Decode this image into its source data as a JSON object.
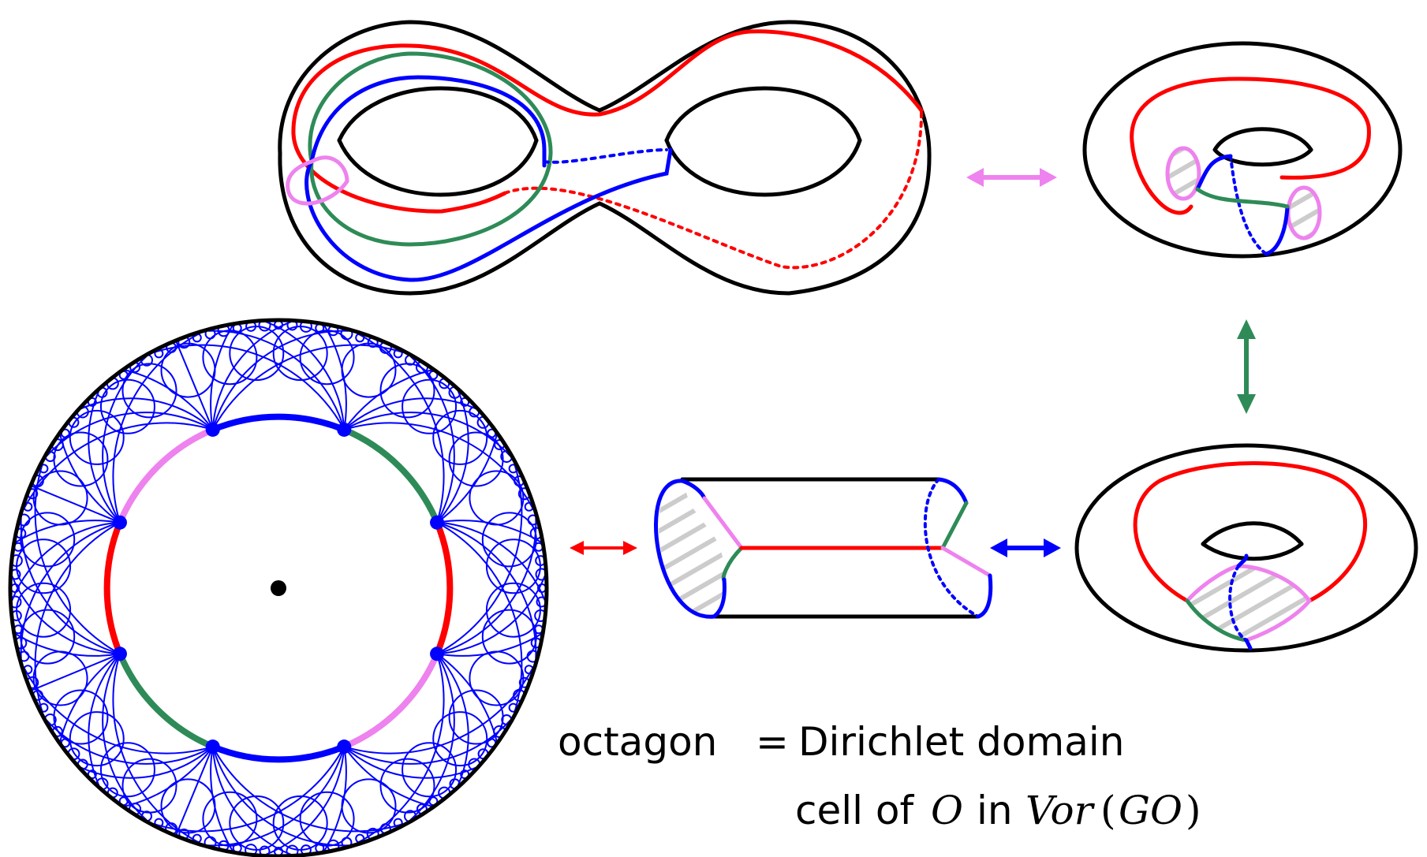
{
  "colors": {
    "outline": "#000000",
    "red": "#ff0000",
    "green": "#2e8b57",
    "blue": "#0000ff",
    "violet": "#ee82ee",
    "hatch": "#cccccc",
    "tiling": "#0000ff"
  },
  "caption": {
    "line1_left": "octagon",
    "line1_eq": "=",
    "line1_right": "Dirichlet domain",
    "line2_cell": "cell of",
    "line2_O": "O",
    "line2_in": "in",
    "line2_Vor": "Vor",
    "line2_paren_open": "(",
    "line2_GO": "GO",
    "line2_paren_close": ")"
  },
  "figures": {
    "genus2_surface": "double-torus-with-colored-loops",
    "torus_cut_one": "torus-with-violet-cuts",
    "torus_cut_two": "torus-with-hatched-disk",
    "cylinder": "cylinder-with-hatched-end",
    "poincare_disk": "hyperbolic-octagon-in-disk"
  },
  "arrows": [
    "violet-double-arrow",
    "green-double-arrow",
    "blue-double-arrow",
    "red-double-arrow"
  ]
}
